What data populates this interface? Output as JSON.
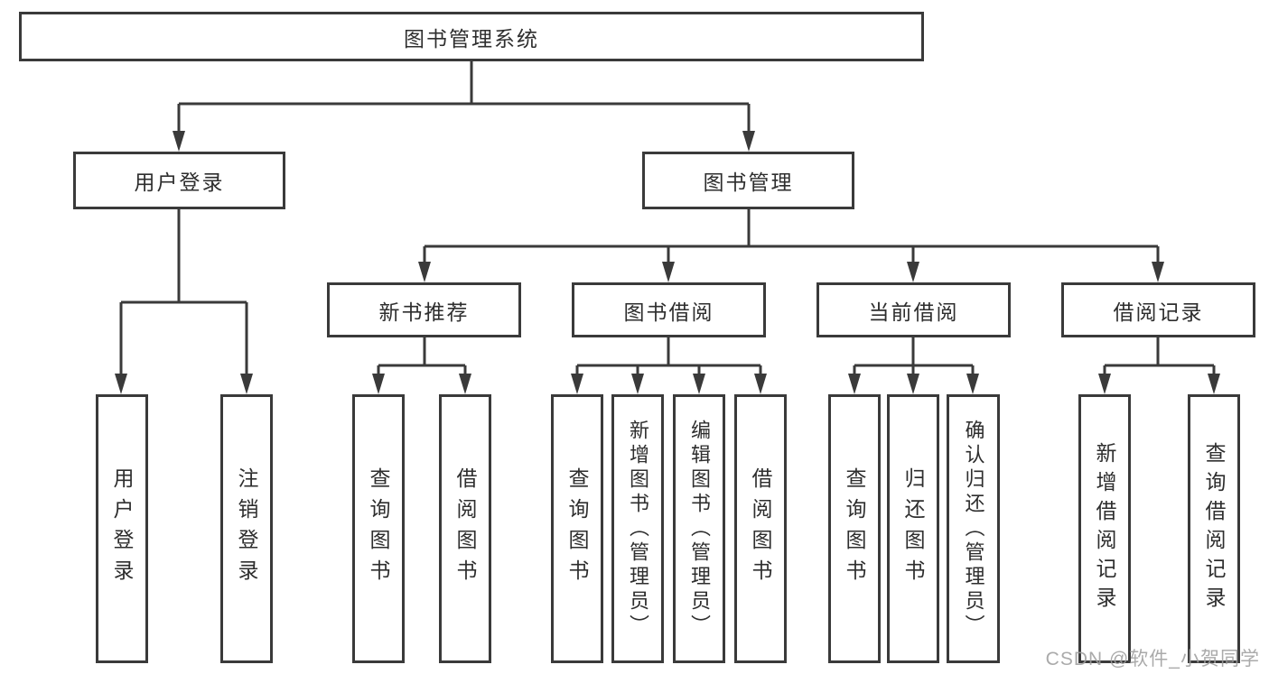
{
  "diagram": {
    "root": {
      "label": "图书管理系统"
    },
    "branches": [
      {
        "label": "用户登录",
        "children": [
          {
            "label": "用户登录"
          },
          {
            "label": "注销登录"
          }
        ]
      },
      {
        "label": "图书管理",
        "children": [
          {
            "label": "新书推荐",
            "children": [
              {
                "label": "查询图书"
              },
              {
                "label": "借阅图书"
              }
            ]
          },
          {
            "label": "图书借阅",
            "children": [
              {
                "label": "查询图书"
              },
              {
                "label": "新增图书（管理员）"
              },
              {
                "label": "编辑图书（管理员）"
              },
              {
                "label": "借阅图书"
              }
            ]
          },
          {
            "label": "当前借阅",
            "children": [
              {
                "label": "查询图书"
              },
              {
                "label": "归还图书"
              },
              {
                "label": "确认归还（管理员）"
              }
            ]
          },
          {
            "label": "借阅记录",
            "children": [
              {
                "label": "新增借阅记录"
              },
              {
                "label": "查询借阅记录"
              }
            ]
          }
        ]
      }
    ]
  },
  "watermark": {
    "text": "CSDN @软件_小贺同学"
  },
  "colors": {
    "line": "#3a3a3a",
    "text": "#2e2e2e",
    "background": "#ffffff",
    "watermark": "#9e9e9e"
  }
}
